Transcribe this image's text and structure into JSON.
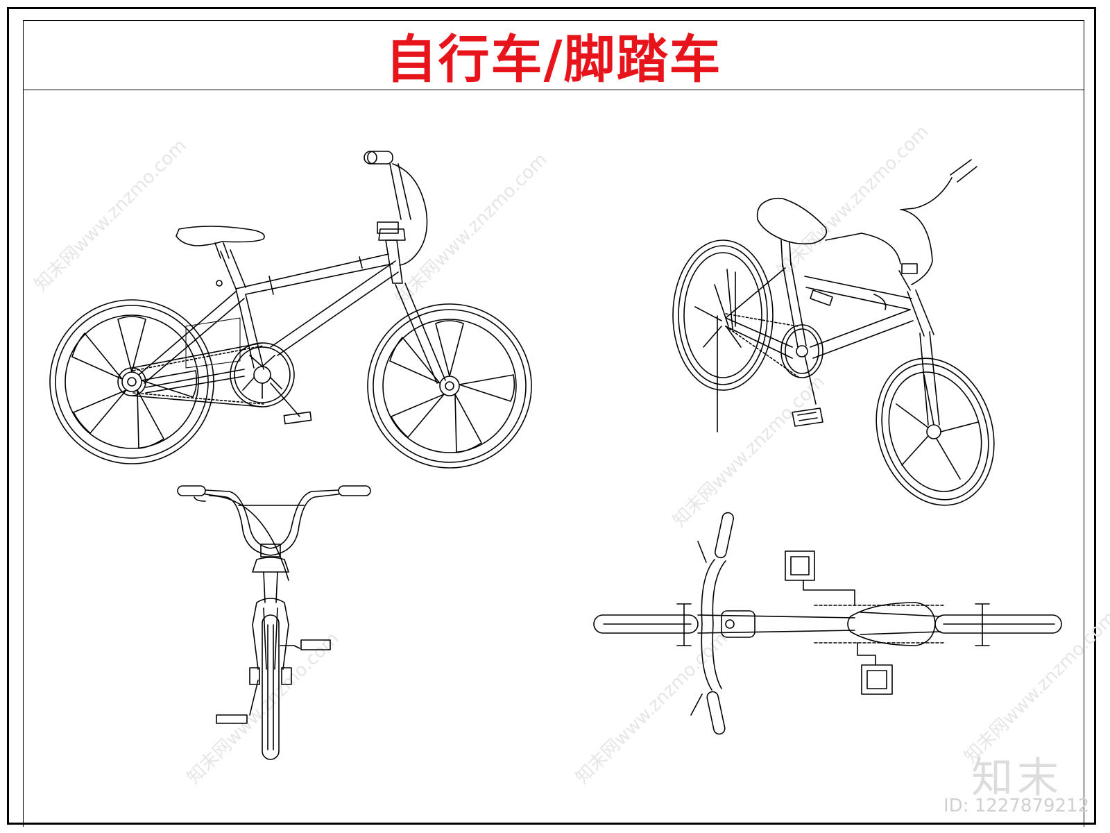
{
  "title": "自行车/脚踏车",
  "colors": {
    "title": "#e8141c",
    "line": "#000000",
    "watermark": "#e6e6e6"
  },
  "watermark": {
    "logo": "知末",
    "id": "ID: 1227879212",
    "text": "知末网www.znzmo.com"
  },
  "views": [
    "side-view",
    "three-quarter-view",
    "front-view",
    "top-view"
  ]
}
